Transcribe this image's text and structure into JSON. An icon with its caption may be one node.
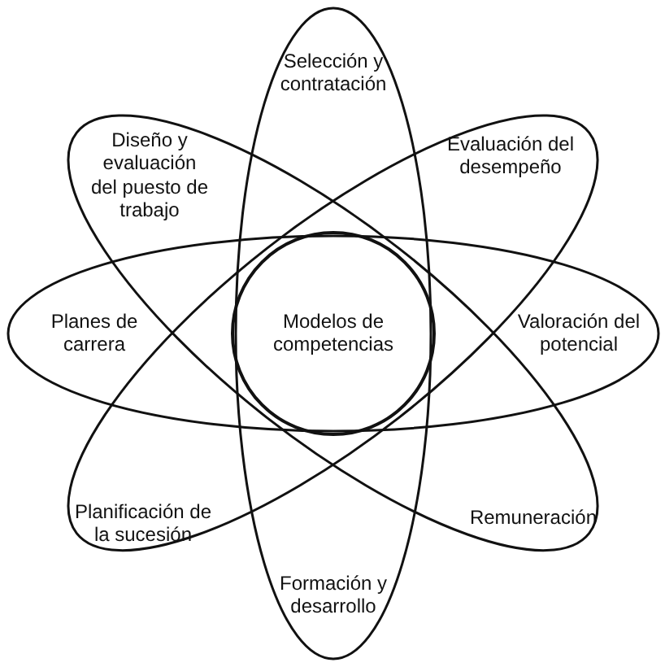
{
  "diagram": {
    "nodes": [
      {
        "text": [
          "Selección y contratación",
          "Formación y desarrollo"
        ]
      },
      {
        "text": [
          "Diseño y evaluación del puesto de trabajo",
          "Remuneración"
        ]
      },
      {
        "text": [
          "Evaluación del desempeño",
          "Planificación de la sucesión"
        ]
      },
      {
        "text": [
          "Planes de carrera",
          "Valoración del potencial"
        ]
      },
      {
        "text": [
          "Modelos de competencias"
        ]
      }
    ]
  }
}
